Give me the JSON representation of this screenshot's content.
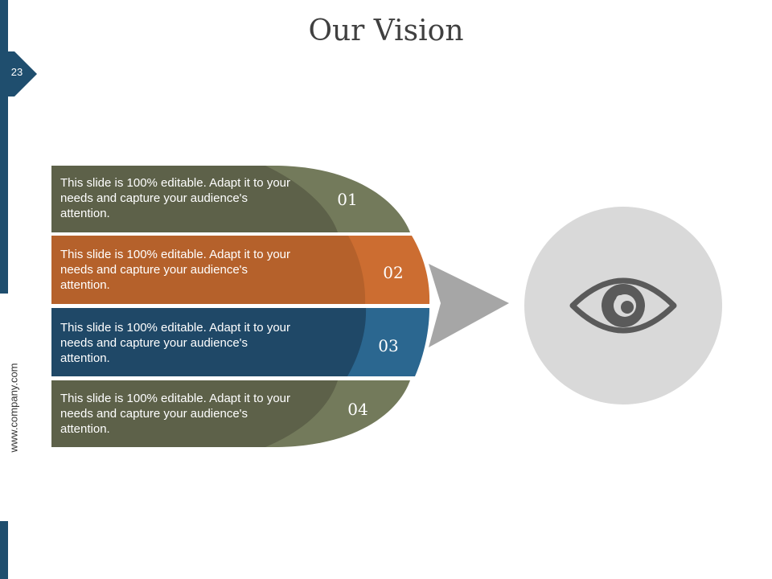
{
  "slide": {
    "number": "23",
    "website": "www.company.com",
    "title": "Our Vision"
  },
  "items": [
    {
      "number": "01",
      "text": "This slide is 100% editable. Adapt it to your needs and capture your audience's attention.",
      "color": "#5d6149"
    },
    {
      "number": "02",
      "text": "This slide is 100% editable. Adapt it to your needs and capture your audience's attention.",
      "color": "#b5612b"
    },
    {
      "number": "03",
      "text": "This slide is 100% editable. Adapt it to your needs and capture your audience's attention.",
      "color": "#1f4867"
    },
    {
      "number": "04",
      "text": "This slide is 100% editable. Adapt it to your needs and capture your audience's attention.",
      "color": "#5d6149"
    }
  ],
  "colors": {
    "accent_dark_blue": "#1f4e6e",
    "olive_light": "#737a5b",
    "orange_light": "#cc6d31",
    "blue_light": "#2b6790",
    "arrow_gray": "#a6a6a6",
    "circle_gray": "#d9d9d9",
    "eye_gray": "#5a5a5a"
  },
  "icon": "eye-icon"
}
